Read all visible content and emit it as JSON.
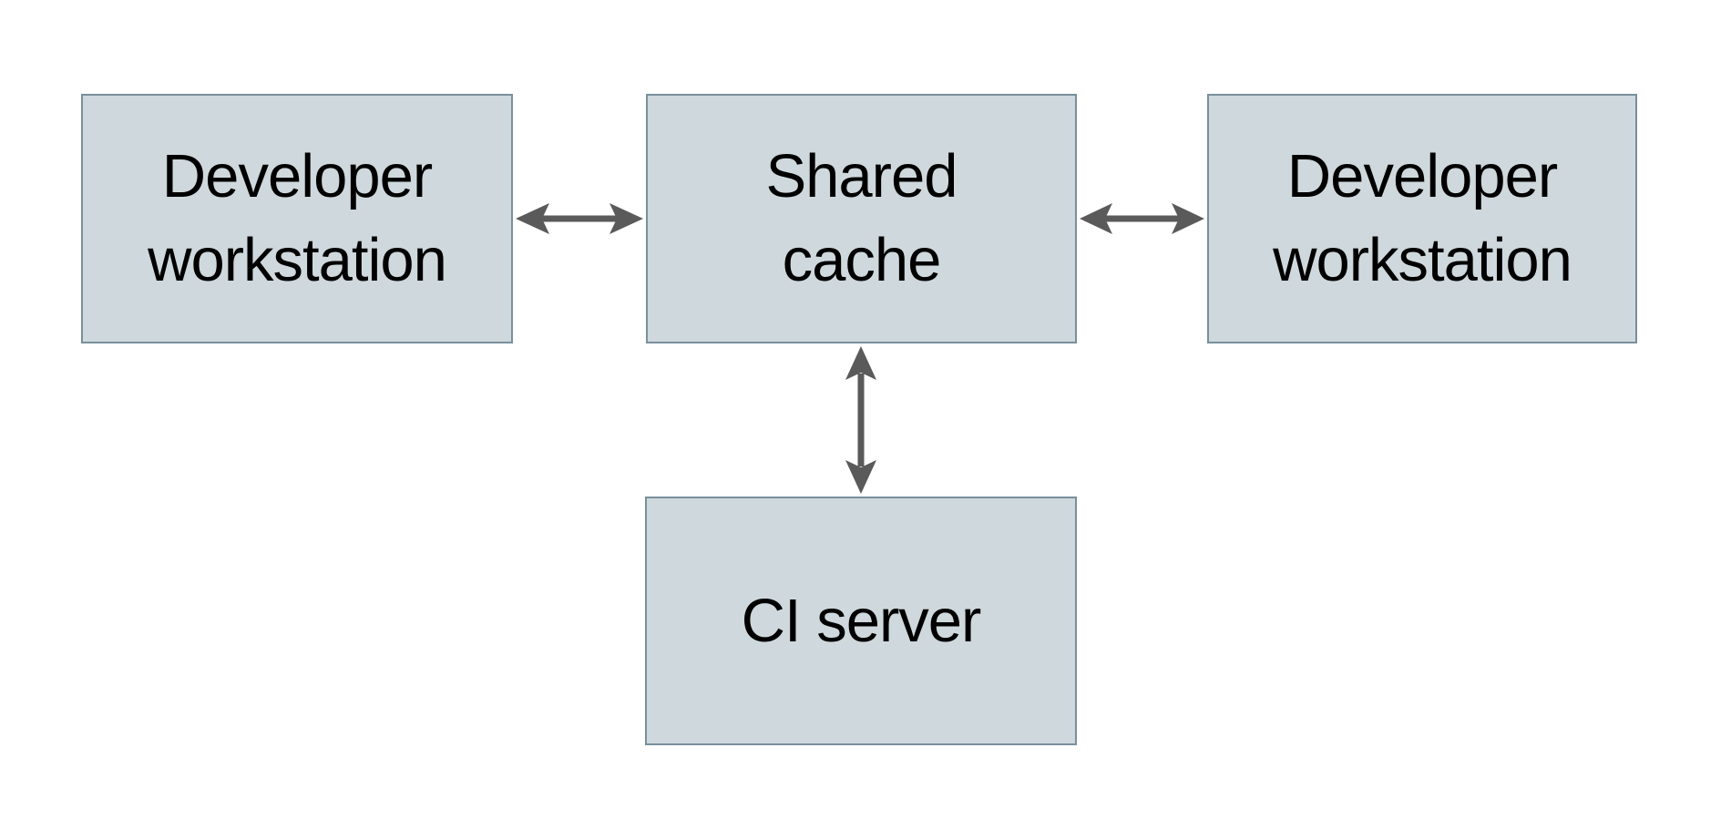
{
  "diagram": {
    "background_color": "#ffffff",
    "node_fill_color": "#cfd8dc",
    "node_border_color": "#78909c",
    "arrow_color": "#5a5a5a",
    "text_color": "#000000",
    "nodes": [
      {
        "id": "developer-workstation-left",
        "label": "Developer workstation",
        "lines": [
          "Developer",
          "workstation"
        ]
      },
      {
        "id": "shared-cache",
        "label": "Shared cache",
        "lines": [
          "Shared",
          "cache"
        ]
      },
      {
        "id": "developer-workstation-right",
        "label": "Developer workstation",
        "lines": [
          "Developer",
          "workstation"
        ]
      },
      {
        "id": "ci-server",
        "label": "CI server",
        "lines": [
          "CI server"
        ]
      }
    ],
    "edges": [
      {
        "from": "developer-workstation-left",
        "to": "shared-cache",
        "type": "bidirectional",
        "orientation": "horizontal"
      },
      {
        "from": "shared-cache",
        "to": "developer-workstation-right",
        "type": "bidirectional",
        "orientation": "horizontal"
      },
      {
        "from": "shared-cache",
        "to": "ci-server",
        "type": "bidirectional",
        "orientation": "vertical"
      }
    ]
  }
}
